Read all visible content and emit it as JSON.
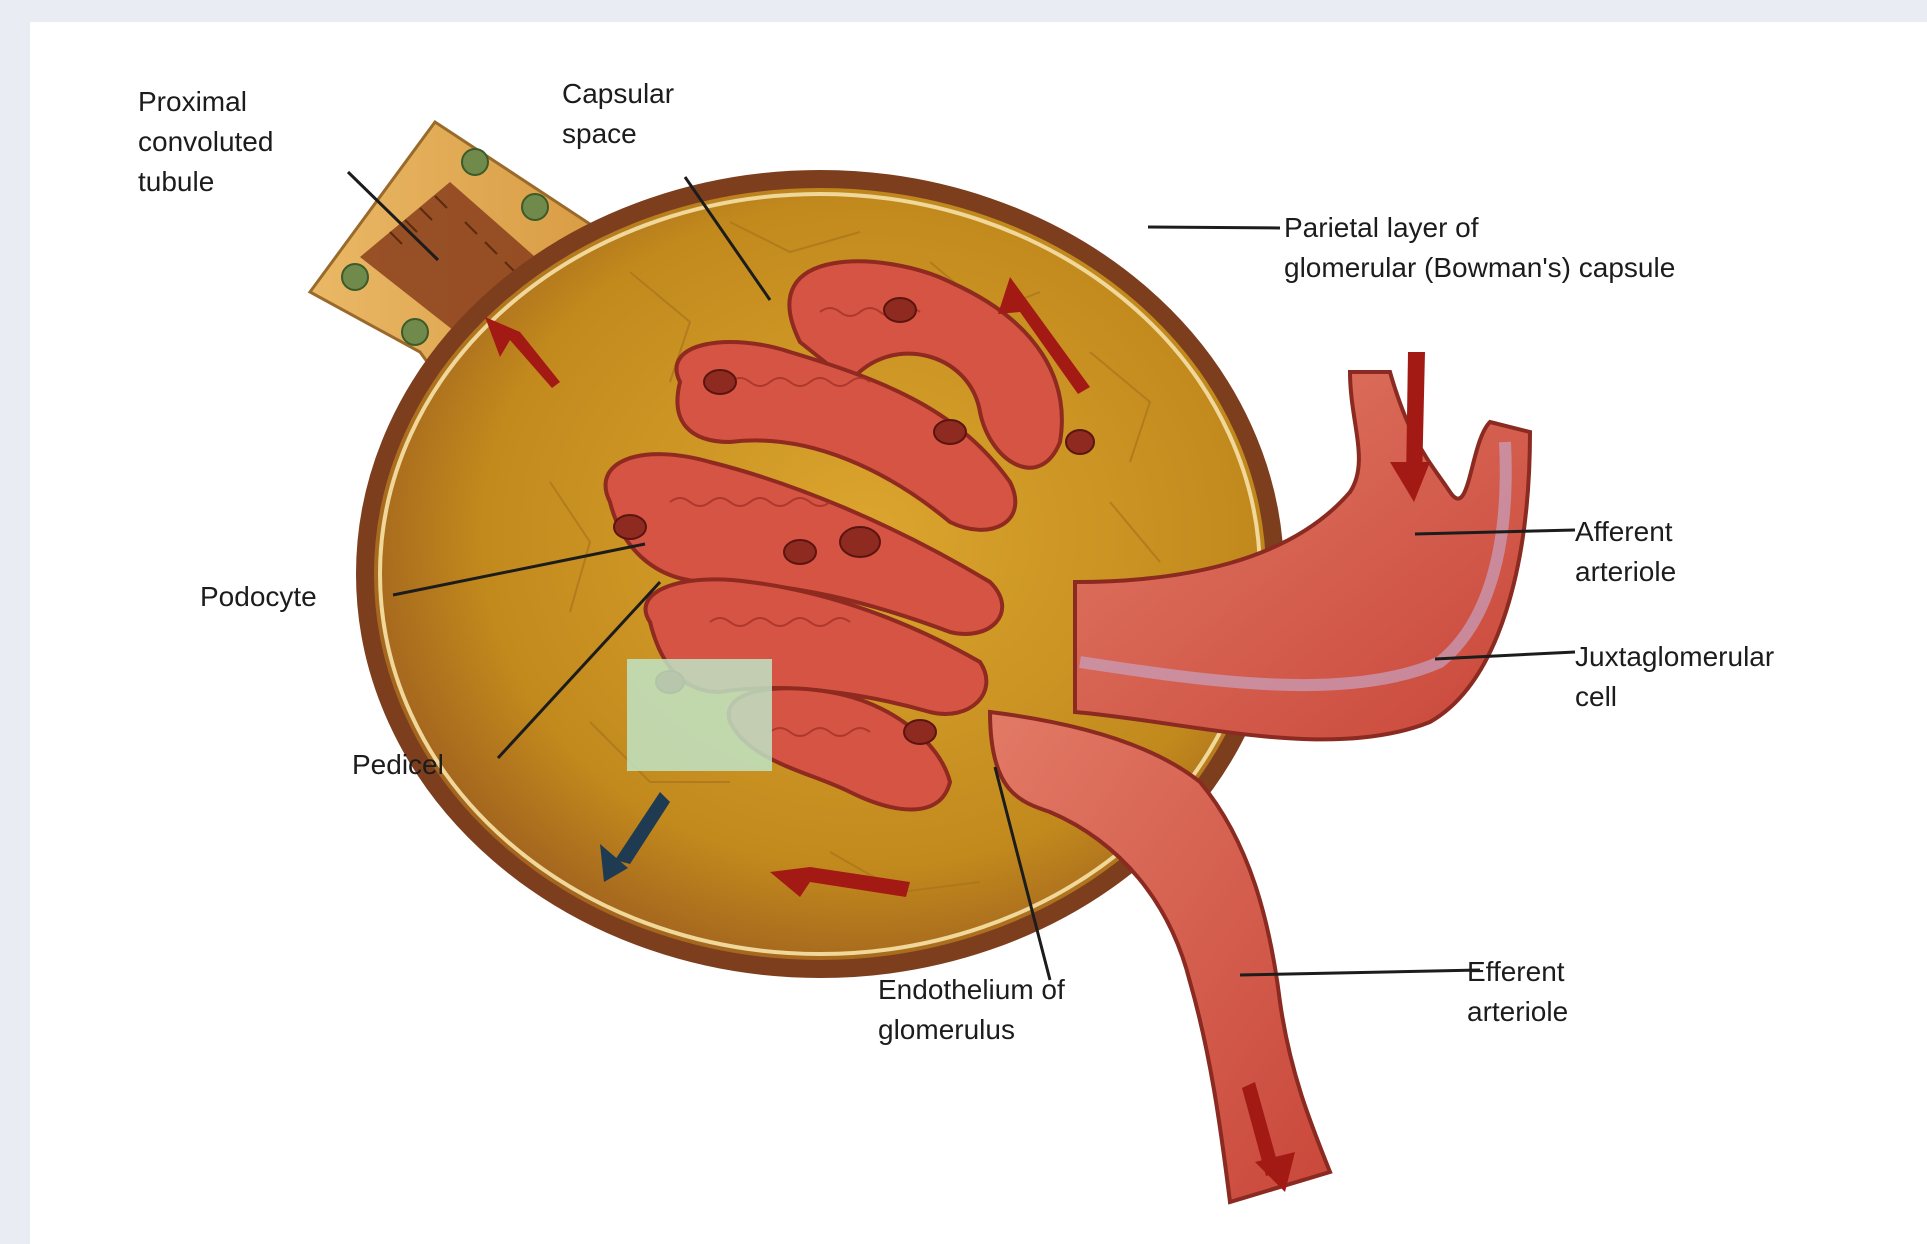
{
  "colors": {
    "capsule_fill": "#c88f1c",
    "capsule_rim": "#8a4a22",
    "capillary": "#d65443",
    "arteriole": "#e06a57",
    "tubule": "#e2ad5a",
    "macula_densa": "#bfe3c4",
    "flow_arrow": "#a31a14",
    "leader_line": "#1c1c1c"
  },
  "labels": {
    "pct": "Proximal\nconvoluted\ntubule",
    "capsular_space": "Capsular\nspace",
    "parietal_layer": "Parietal layer of\nglomerular (Bowman's) capsule",
    "afferent": "Afferent\narteriole",
    "juxtaglomerular": "Juxtaglomerular\ncell",
    "podocyte": "Podocyte",
    "pedicel": "Pedicel",
    "endothelium": "Endothelium of\nglomerulus",
    "efferent": "Efferent\narteriole"
  }
}
